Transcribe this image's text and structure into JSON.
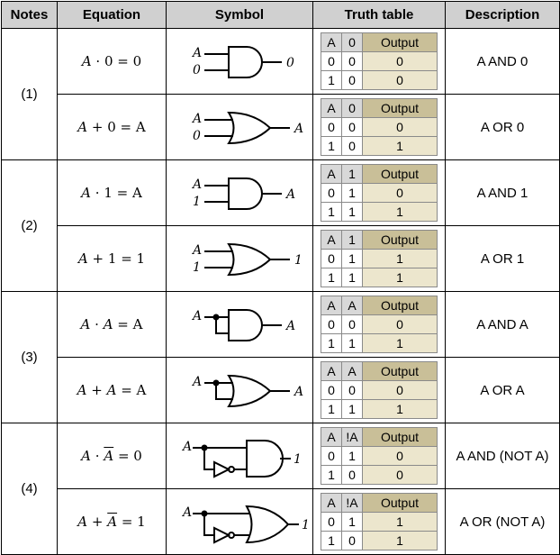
{
  "headers": [
    "Notes",
    "Equation",
    "Symbol",
    "Truth table",
    "Description"
  ],
  "groups": [
    {
      "note": "(1)",
      "rows": [
        {
          "eq_a": "A",
          "eq_op": " · ",
          "eq_b": "0",
          "eq_bar": false,
          "eq_rhs": " = 0",
          "gate": "AND",
          "in1": "A",
          "in2": "0",
          "out": "0",
          "tt_head": [
            "A",
            "0",
            "Output"
          ],
          "tt_rows": [
            [
              "0",
              "0",
              "0"
            ],
            [
              "1",
              "0",
              "0"
            ]
          ],
          "desc": "A AND 0"
        },
        {
          "eq_a": "A",
          "eq_op": " + ",
          "eq_b": "0",
          "eq_bar": false,
          "eq_rhs": " = A",
          "gate": "OR",
          "in1": "A",
          "in2": "0",
          "out": "A",
          "tt_head": [
            "A",
            "0",
            "Output"
          ],
          "tt_rows": [
            [
              "0",
              "0",
              "0"
            ],
            [
              "1",
              "0",
              "1"
            ]
          ],
          "desc": "A OR 0"
        }
      ]
    },
    {
      "note": "(2)",
      "rows": [
        {
          "eq_a": "A",
          "eq_op": " · ",
          "eq_b": "1",
          "eq_bar": false,
          "eq_rhs": " = A",
          "gate": "AND",
          "in1": "A",
          "in2": "1",
          "out": "A",
          "tt_head": [
            "A",
            "1",
            "Output"
          ],
          "tt_rows": [
            [
              "0",
              "1",
              "0"
            ],
            [
              "1",
              "1",
              "1"
            ]
          ],
          "desc": "A AND 1"
        },
        {
          "eq_a": "A",
          "eq_op": " + ",
          "eq_b": "1",
          "eq_bar": false,
          "eq_rhs": " = 1",
          "gate": "OR",
          "in1": "A",
          "in2": "1",
          "out": "1",
          "tt_head": [
            "A",
            "1",
            "Output"
          ],
          "tt_rows": [
            [
              "0",
              "1",
              "1"
            ],
            [
              "1",
              "1",
              "1"
            ]
          ],
          "desc": "A OR 1"
        }
      ]
    },
    {
      "note": "(3)",
      "rows": [
        {
          "eq_a": "A",
          "eq_op": " · ",
          "eq_b": "A",
          "eq_bar": false,
          "eq_rhs": " = A",
          "gate": "AND-SAME",
          "in1": "A",
          "in2": "",
          "out": "A",
          "tt_head": [
            "A",
            "A",
            "Output"
          ],
          "tt_rows": [
            [
              "0",
              "0",
              "0"
            ],
            [
              "1",
              "1",
              "1"
            ]
          ],
          "desc": "A AND A"
        },
        {
          "eq_a": "A",
          "eq_op": " + ",
          "eq_b": "A",
          "eq_bar": false,
          "eq_rhs": " = A",
          "gate": "OR-SAME",
          "in1": "A",
          "in2": "",
          "out": "A",
          "tt_head": [
            "A",
            "A",
            "Output"
          ],
          "tt_rows": [
            [
              "0",
              "0",
              "0"
            ],
            [
              "1",
              "1",
              "1"
            ]
          ],
          "desc": "A OR A"
        }
      ]
    },
    {
      "note": "(4)",
      "rows": [
        {
          "eq_a": "A",
          "eq_op": " · ",
          "eq_b": "A",
          "eq_bar": true,
          "eq_rhs": " = 0",
          "gate": "AND-NOT",
          "in1": "A",
          "in2": "",
          "out": "1",
          "tt_head": [
            "A",
            "!A",
            "Output"
          ],
          "tt_rows": [
            [
              "0",
              "1",
              "0"
            ],
            [
              "1",
              "0",
              "0"
            ]
          ],
          "desc": "A AND (NOT A)"
        },
        {
          "eq_a": "A",
          "eq_op": " + ",
          "eq_b": "A",
          "eq_bar": true,
          "eq_rhs": " = 1",
          "gate": "OR-NOT",
          "in1": "A",
          "in2": "",
          "out": "1",
          "tt_head": [
            "A",
            "!A",
            "Output"
          ],
          "tt_rows": [
            [
              "0",
              "1",
              "1"
            ],
            [
              "1",
              "0",
              "1"
            ]
          ],
          "desc": "A OR (NOT A)"
        }
      ]
    }
  ]
}
